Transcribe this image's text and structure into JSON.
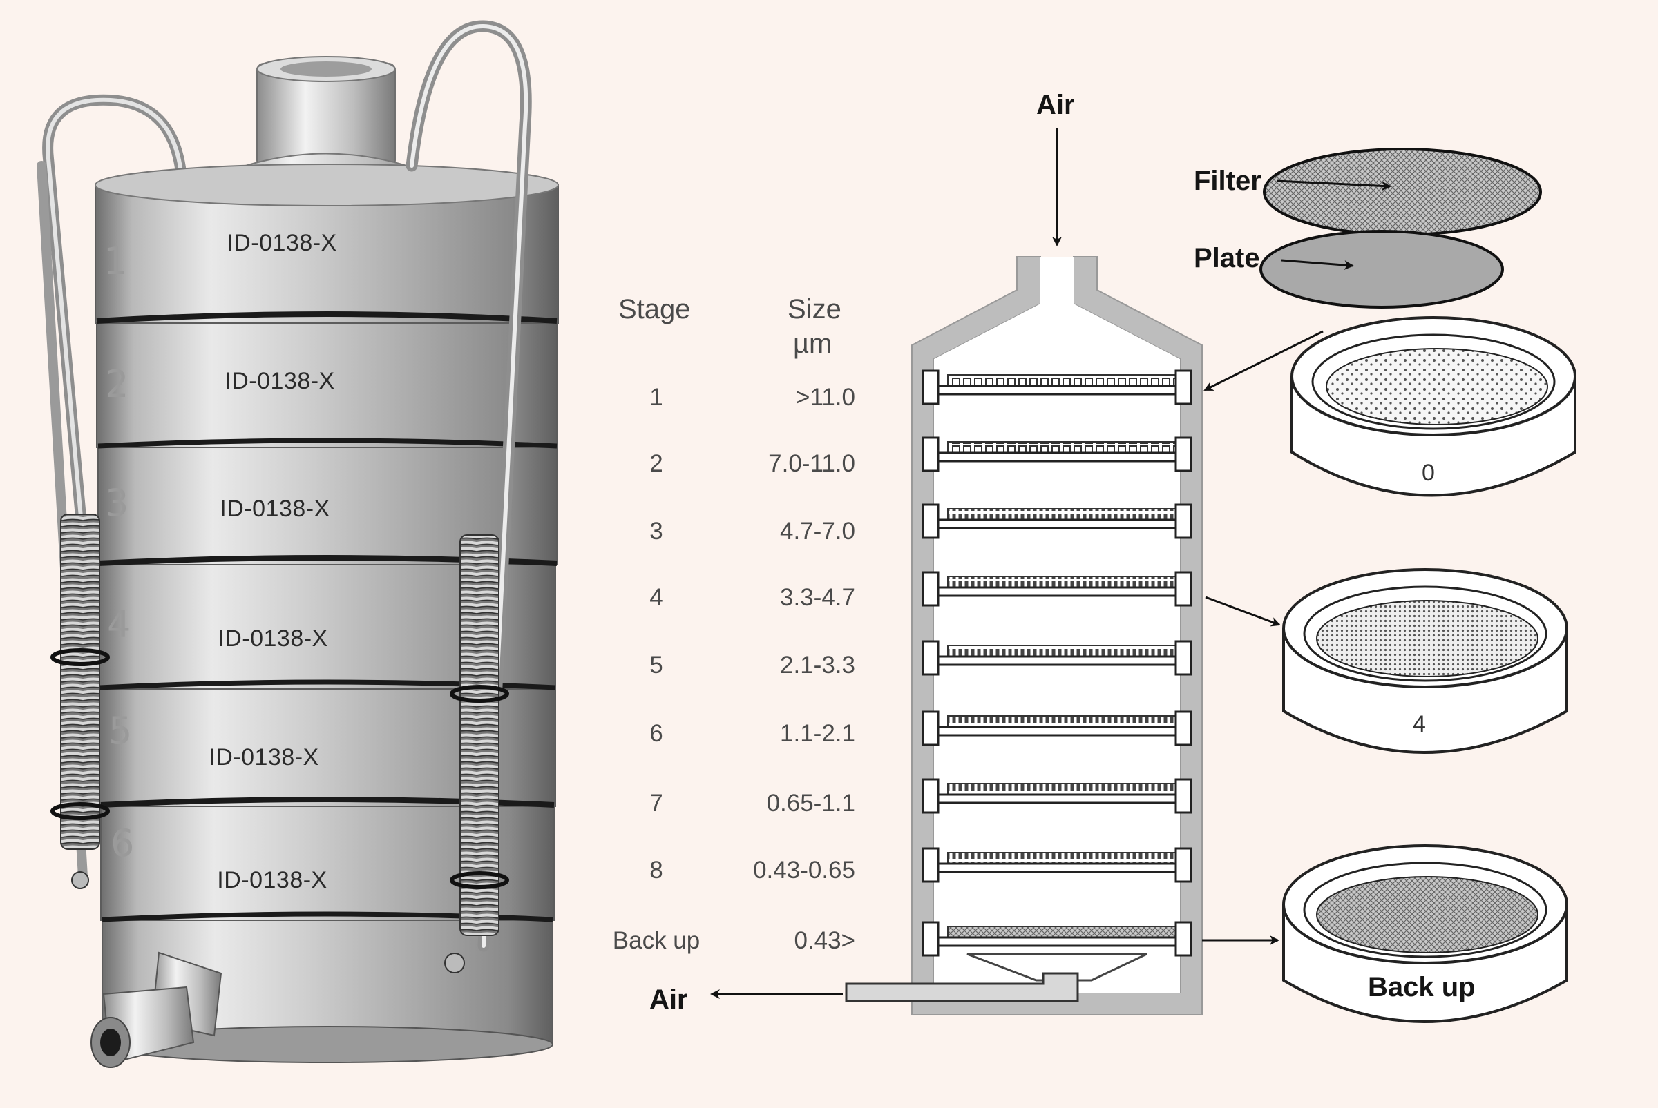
{
  "labels": {
    "air_in": "Air",
    "air_out": "Air",
    "filter": "Filter",
    "plate": "Plate",
    "dish_top": "0",
    "dish_mid": "4",
    "dish_bottom": "Back up"
  },
  "table": {
    "header_stage": "Stage",
    "header_size": "Size",
    "header_unit": "µm",
    "rows": [
      {
        "stage": "1",
        "size": ">11.0"
      },
      {
        "stage": "2",
        "size": "7.0-11.0"
      },
      {
        "stage": "3",
        "size": "4.7-7.0"
      },
      {
        "stage": "4",
        "size": "3.3-4.7"
      },
      {
        "stage": "5",
        "size": "2.1-3.3"
      },
      {
        "stage": "6",
        "size": "1.1-2.1"
      },
      {
        "stage": "7",
        "size": "0.65-1.1"
      },
      {
        "stage": "8",
        "size": "0.43-0.65"
      },
      {
        "stage": "Back up",
        "size": "0.43>"
      }
    ]
  },
  "photo": {
    "engraving": "ID-0138-X",
    "ring_numbers": [
      "1",
      "2",
      "3",
      "4",
      "5",
      "6"
    ]
  }
}
